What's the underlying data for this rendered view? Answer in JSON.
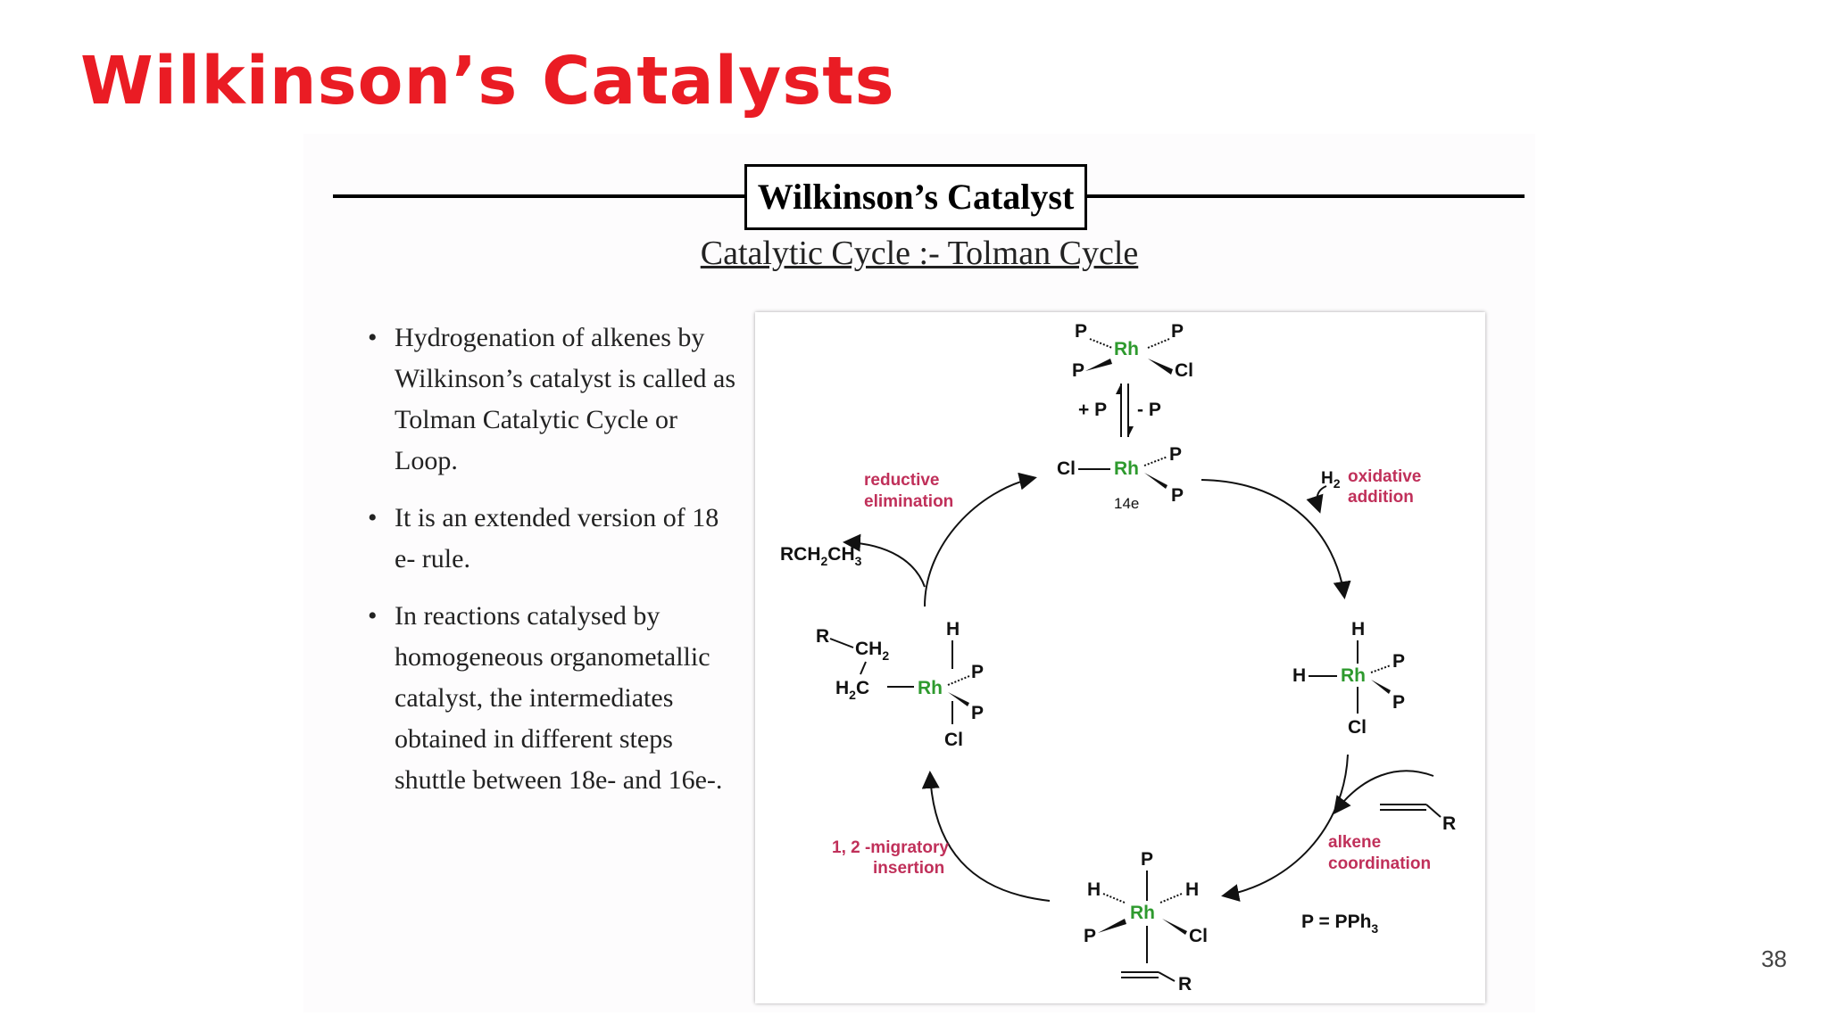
{
  "slide": {
    "title": "Wilkinson’s Catalysts",
    "page_number": "38"
  },
  "figure": {
    "boxed_title": "Wilkinson’s Catalyst",
    "subtitle": "Catalytic Cycle :- Tolman Cycle",
    "bullets": [
      "Hydrogenation of alkenes by Wilkinson’s catalyst is called as Tolman Catalytic Cycle or Loop.",
      "It is an extended version of 18 e- rule.",
      "In reactions catalysed by homogeneous organometallic catalyst, the intermediates obtained in different steps shuttle between 18e- and 16e-."
    ]
  },
  "diagram": {
    "metal": "Rh",
    "atoms": {
      "P": "P",
      "Cl": "Cl",
      "H": "H",
      "R": "R"
    },
    "plus_p": "+ P",
    "minus_p": "- P",
    "electron_count": "14e",
    "steps": {
      "oxidative_addition_1": "oxidative",
      "oxidative_addition_2": "addition",
      "h2_prefix": "H",
      "h2_sub": "2",
      "alkene_coordination_1": "alkene",
      "alkene_coordination_2": "coordination",
      "migratory_insertion_1": "1, 2 -migratory",
      "migratory_insertion_2": "insertion",
      "reductive_elimination_1": "reductive",
      "reductive_elimination_2": "elimination"
    },
    "groups": {
      "ch2": "CH",
      "h2c": "H",
      "c": "C",
      "two": "2",
      "three": "3",
      "product_rch": "RCH",
      "product_ch": "CH"
    },
    "legend_p": "P = PPh",
    "legend_sub": "3"
  }
}
